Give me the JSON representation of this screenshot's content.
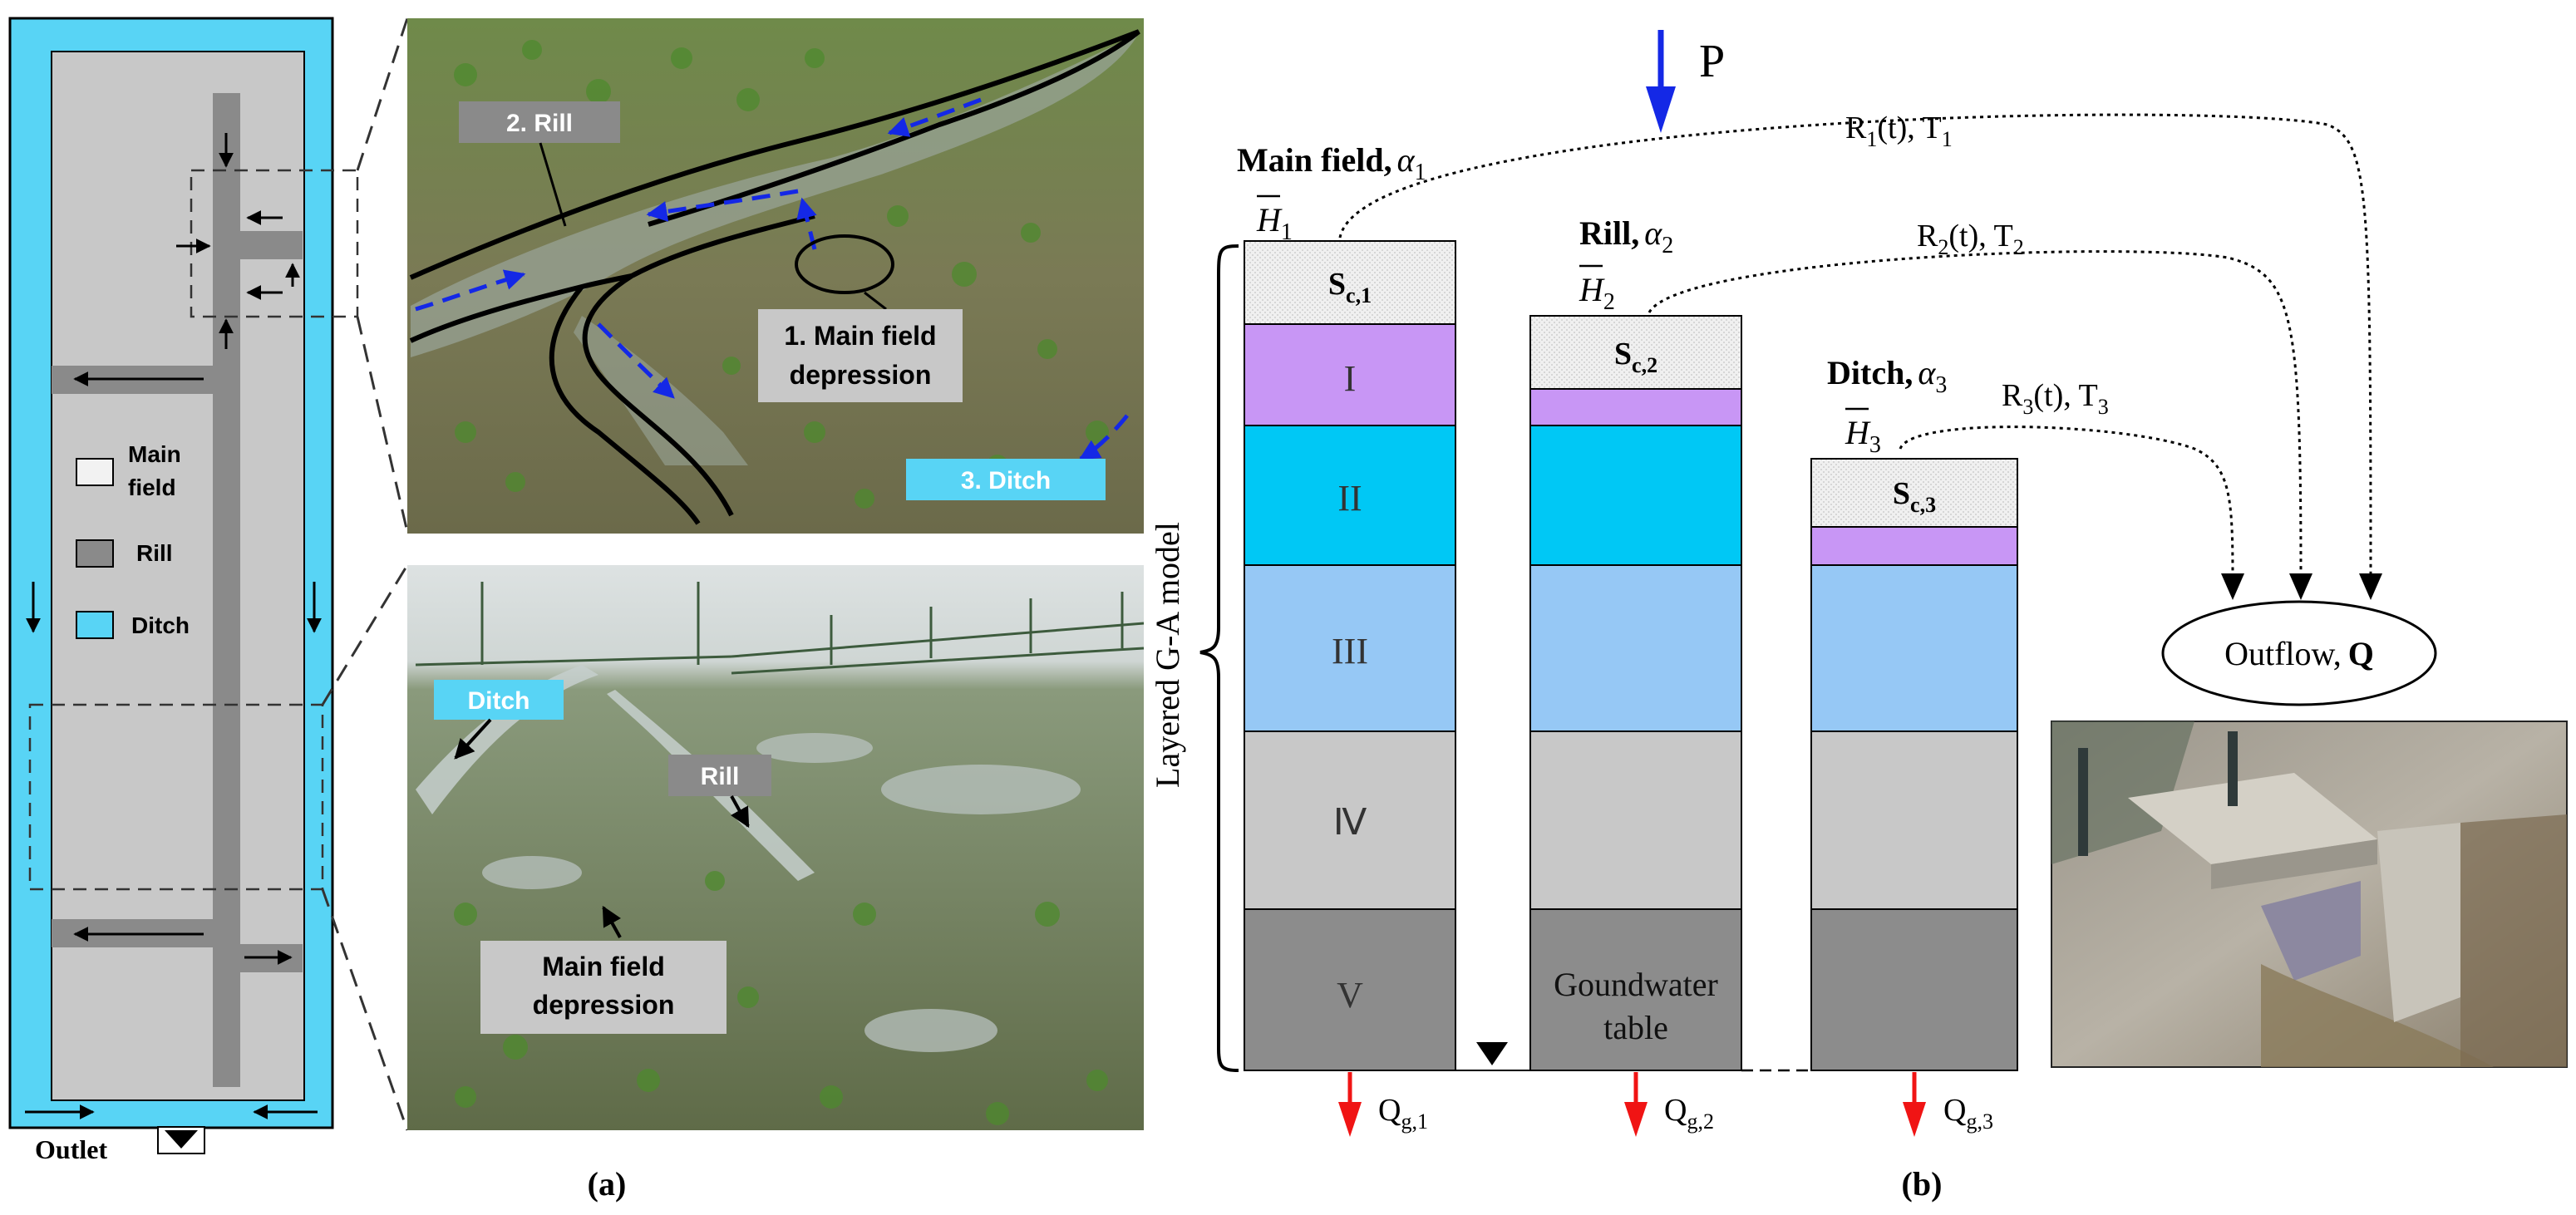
{
  "panel_a": {
    "plan": {
      "legend": {
        "main_field_1": "Main",
        "main_field_2": "field",
        "rill": "Rill",
        "ditch": "Ditch"
      },
      "outlet": "Outlet"
    },
    "photo_top": {
      "rill_label": "2. Rill",
      "depression_1": "1. Main field",
      "depression_2": "depression",
      "ditch_label": "3. Ditch"
    },
    "photo_bottom": {
      "ditch_label": "Ditch",
      "rill_label": "Rill",
      "depression_1": "Main field",
      "depression_2": "depression"
    },
    "caption": "(a)"
  },
  "panel_b": {
    "precip": "P",
    "model_label": "Layered G-A model",
    "columns": [
      {
        "name": "Main field,",
        "alpha": "α",
        "alpha_sub": "1",
        "h": "H",
        "h_sub": "1",
        "sc": "S",
        "sc_sub": "c,1",
        "route": "R",
        "route_sub": "1",
        "route_mid": "(t), T",
        "route_sub2": "1",
        "qg": "Q",
        "qg_sub": "g,1"
      },
      {
        "name": "Rill,",
        "alpha": "α",
        "alpha_sub": "2",
        "h": "H",
        "h_sub": "2",
        "sc": "S",
        "sc_sub": "c,2",
        "route": "R",
        "route_sub": "2",
        "route_mid": "(t), T",
        "route_sub2": "2",
        "qg": "Q",
        "qg_sub": "g,2"
      },
      {
        "name": "Ditch,",
        "alpha": "α",
        "alpha_sub": "3",
        "h": "H",
        "h_sub": "3",
        "sc": "S",
        "sc_sub": "c,3",
        "route": "R",
        "route_sub": "3",
        "route_mid": "(t), T",
        "route_sub2": "3",
        "qg": "Q",
        "qg_sub": "g,3"
      }
    ],
    "layers": [
      "I",
      "II",
      "III",
      "Ⅳ",
      "V"
    ],
    "groundwater_1": "Goundwater",
    "groundwater_2": "table",
    "outflow": "Outflow,",
    "outflow_q": "Q",
    "caption": "(b)"
  },
  "colors": {
    "ditch": "#58d4f5",
    "field": "#c8c8c8",
    "rill": "#8a8a8a",
    "layer_I": "#c896f5",
    "layer_II": "#00c8f5",
    "layer_III": "#96c8f5",
    "layer_IV": "#c8c8c8",
    "layer_V": "#8c8c8c",
    "precip_arrow": "#1428e6",
    "qg_arrow": "#f01414"
  }
}
